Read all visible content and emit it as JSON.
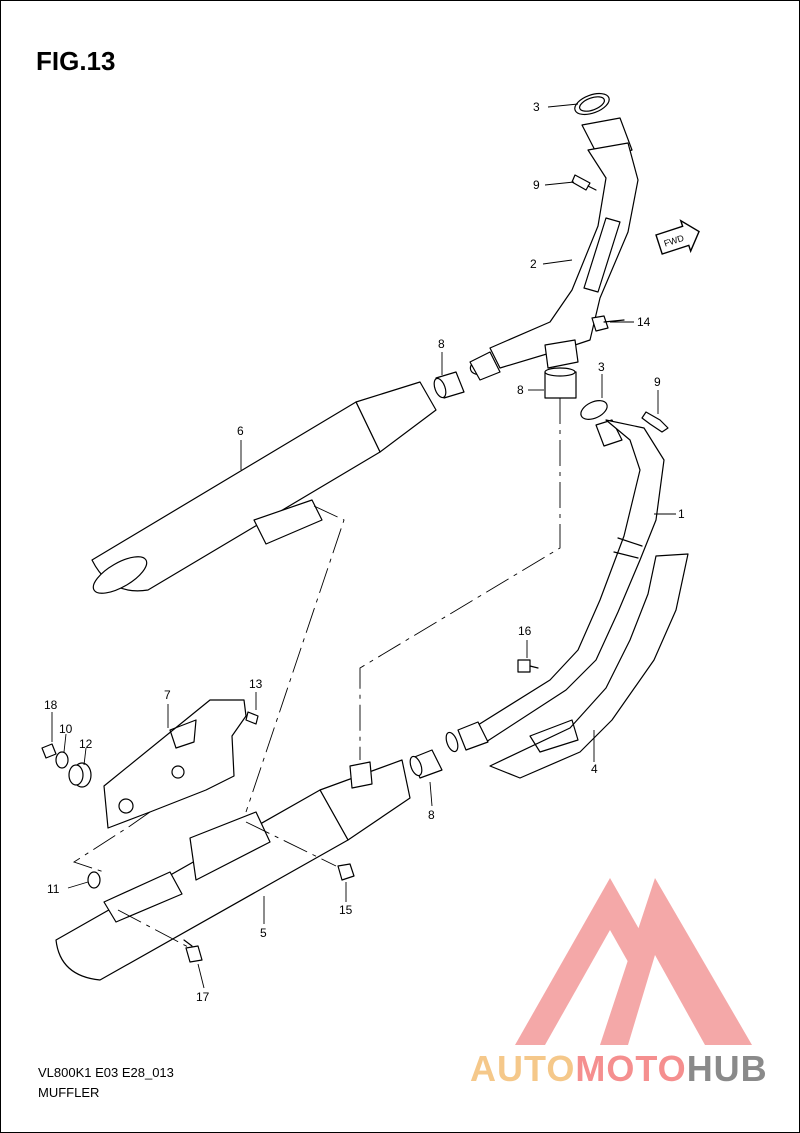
{
  "figure": {
    "title": "FIG.13"
  },
  "footer": {
    "model_code": "VL800K1 E03 E28_013",
    "section_name": "MUFFLER"
  },
  "direction_badge": "FWD",
  "callouts": {
    "c1": "1",
    "c2": "2",
    "c3a": "3",
    "c3b": "3",
    "c4": "4",
    "c5": "5",
    "c6": "6",
    "c7": "7",
    "c8a": "8",
    "c8b": "8",
    "c8c": "8",
    "c9a": "9",
    "c9b": "9",
    "c10": "10",
    "c11": "11",
    "c12": "12",
    "c13": "13",
    "c14": "14",
    "c15": "15",
    "c16": "16",
    "c17": "17",
    "c18": "18"
  },
  "watermark": {
    "brand_part1": "AUTO",
    "brand_part2": "MOTO",
    "brand_part3": "HUB",
    "colors": {
      "part1": "#f5c88a",
      "part2": "#f58f8f",
      "part3": "#8a8a8a",
      "triangle": "#f39a9a"
    }
  }
}
